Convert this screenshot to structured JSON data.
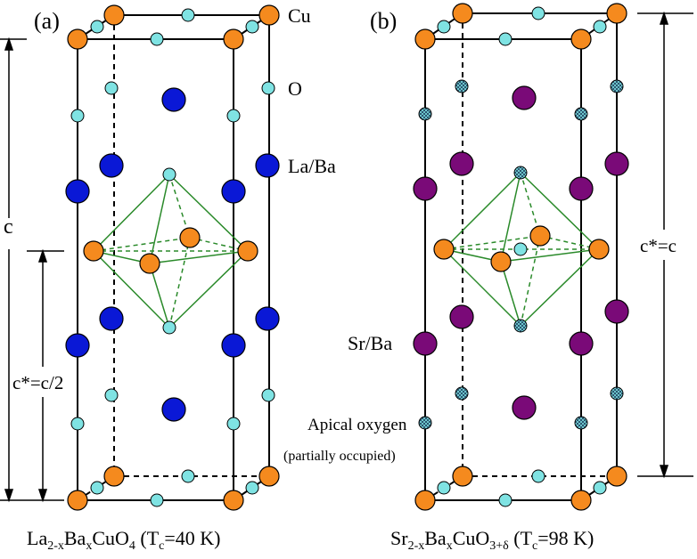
{
  "panel_a": {
    "tag": "(a)",
    "label_cu": "Cu",
    "label_o": "O",
    "label_laba": "La/Ba",
    "c_label": "c",
    "cstar_label": "c*=c/2",
    "formula": {
      "el1": "La",
      "sub1": "2-x",
      "el2": "Ba",
      "sub2": "x",
      "el3": "CuO",
      "sub3": "4",
      "tc_open": " (T",
      "tc_sub": "c",
      "tc_val": "=40 K)"
    }
  },
  "panel_b": {
    "tag": "(b)",
    "label_srba": "Sr/Ba",
    "label_apical": "Apical oxygen",
    "label_partial": "(partially occupied)",
    "cstar_label": "c*=c",
    "formula": {
      "el1": "Sr",
      "sub1": "2-x",
      "el2": "Ba",
      "sub2": "x",
      "el3": "CuO",
      "sub3": "3+δ",
      "tc_open": " (T",
      "tc_sub": "c",
      "tc_val": "=98 K)"
    }
  },
  "colors": {
    "cu": "#f58a1e",
    "oxygen": "#7fe3e3",
    "la_ba": "#0a18d6",
    "sr_ba": "#7a0a78",
    "octahedron": "#2a8a2a"
  }
}
